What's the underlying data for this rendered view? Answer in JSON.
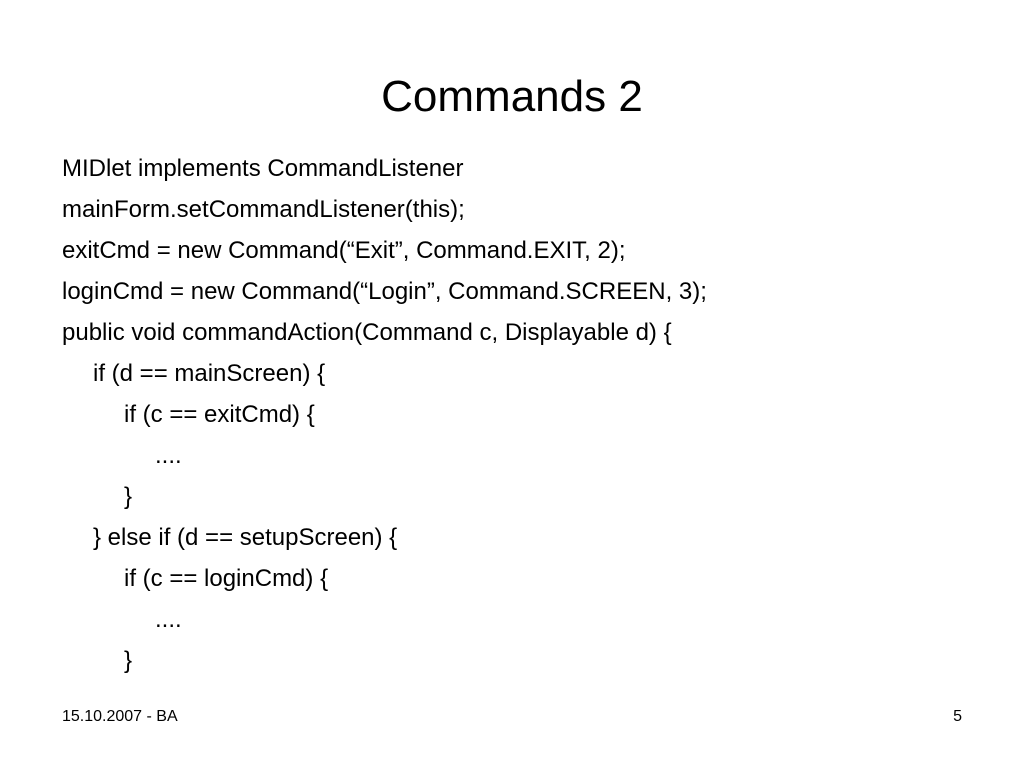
{
  "slide": {
    "title": "Commands 2",
    "lines": [
      {
        "text": "MIDlet implements CommandListener",
        "indent": 0
      },
      {
        "text": "mainForm.setCommandListener(this);",
        "indent": 0
      },
      {
        "text": "exitCmd = new Command(“Exit”, Command.EXIT, 2);",
        "indent": 0
      },
      {
        "text": "loginCmd = new Command(“Login”, Command.SCREEN, 3);",
        "indent": 0
      },
      {
        "text": "public void commandAction(Command c, Displayable d) {",
        "indent": 0
      },
      {
        "text": "if (d == mainScreen) {",
        "indent": 1
      },
      {
        "text": "if (c == exitCmd) {",
        "indent": 2
      },
      {
        "text": "....",
        "indent": 3
      },
      {
        "text": "}",
        "indent": 2
      },
      {
        "text": "} else if (d == setupScreen) {",
        "indent": 1
      },
      {
        "text": "if (c == loginCmd) {",
        "indent": 2
      },
      {
        "text": "....",
        "indent": 3
      },
      {
        "text": "}",
        "indent": 2
      }
    ]
  },
  "footer": {
    "date_author": "15.10.2007 - BA",
    "page_number": "5"
  }
}
